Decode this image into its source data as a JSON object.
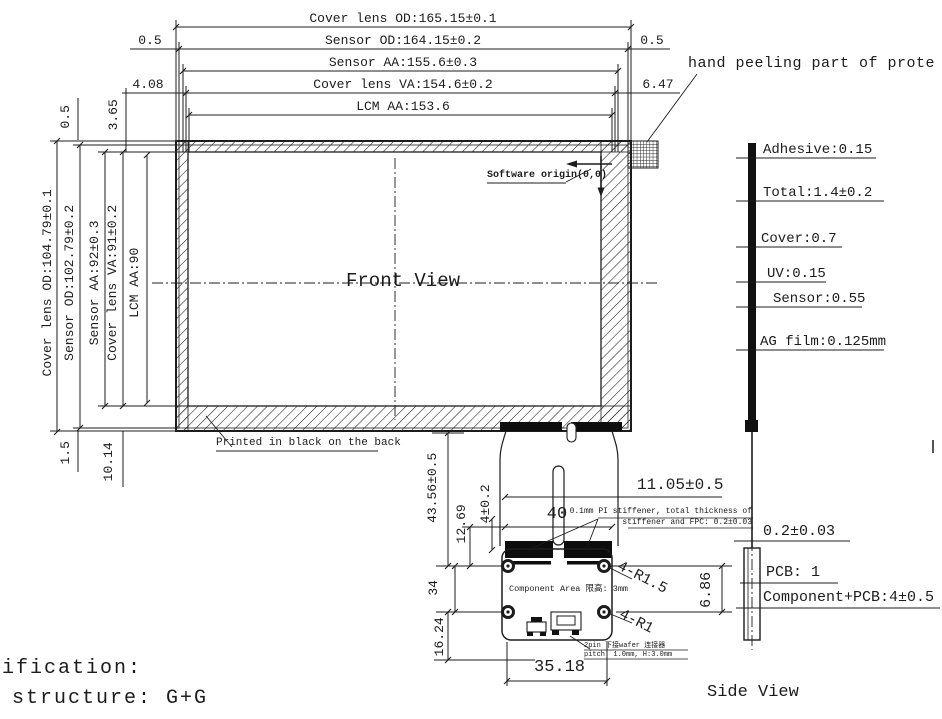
{
  "front_view": {
    "caption": "Front View",
    "top_dims": [
      "Cover lens OD:165.15±0.1",
      "Sensor OD:164.15±0.2",
      "Sensor AA:155.6±0.3",
      "Cover lens VA:154.6±0.2",
      "LCM AA:153.6"
    ],
    "offsets": {
      "top_left": "0.5",
      "top_right": "0.5",
      "mid_left": "4.08",
      "mid_right": "6.47"
    },
    "left_dims": [
      "Cover lens OD:104.79±0.1",
      "Sensor OD:102.79±0.2",
      "Sensor AA:92±0.3",
      "Cover lens VA:91±0.2",
      "LCM AA:90"
    ],
    "corner": {
      "v05": "0.5",
      "v365": "3.65",
      "v15": "1.5",
      "v1014": "10.14"
    },
    "software_origin": "Software origin(0,0)",
    "printed_note": "Printed in black on the back",
    "hand_peeling_note": "hand peeling part of prote"
  },
  "fpc": {
    "dim_4356": "43.56±0.5",
    "dim_1269": "12.69",
    "dim_402": "4±0.2",
    "dim_40": "40",
    "dim_1105": "11.05±0.5",
    "stiffener_note1": "0.1mm PI stiffener, total thickness of",
    "stiffener_note2": "stiffener and FPC: 0.2±0.03",
    "dim_34": "34",
    "dim_1624": "16.24",
    "dim_686": "6.86",
    "dim_3518": "35.18",
    "r15": "4-R1.5",
    "r1": "4-R1",
    "component_area": "Component Area 限高: 3mm",
    "conn_note1": "2pin 下接wafer 连接器",
    "conn_note2": "pitch: 1.0mm, H:3.0mm"
  },
  "side_view": {
    "caption": "Side View",
    "layers": [
      "Adhesive:0.15",
      "Total:1.4±0.2",
      "Cover:0.7",
      "UV:0.15",
      "Sensor:0.55",
      "AG film:0.125mm"
    ],
    "dim_02": "0.2±0.03",
    "pcb": "PCB: 1",
    "component_pcb": "Component+PCB:4±0.5"
  },
  "footer": {
    "line1": "ification:",
    "line2": "structure: G+G"
  }
}
